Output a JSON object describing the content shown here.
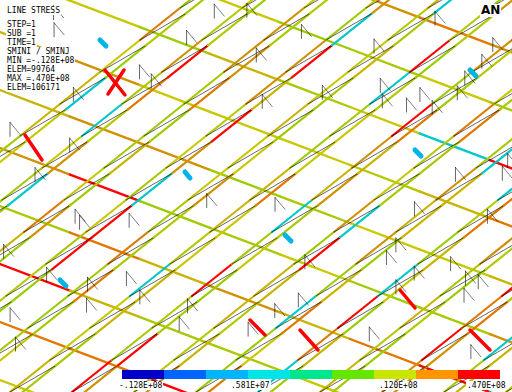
{
  "diagram": {
    "labels": [
      "LINE STRESS",
      "STEP=1",
      "SUB =1",
      "TIME=1",
      "SMINI / SMINJ",
      "MIN =-.128E+08",
      "ELEM=99764",
      "MAX =.470E+08",
      "ELEM=106171",
      "AN",
      "-.128E+08",
      ".581E+07",
      ".120E+08",
      ".470E+08"
    ]
  }
}
